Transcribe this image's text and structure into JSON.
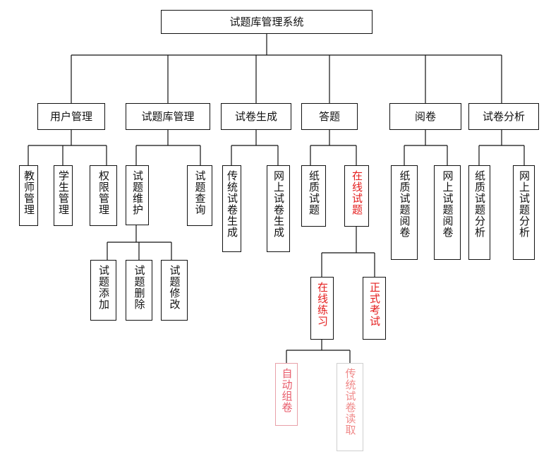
{
  "diagram": {
    "root": "试题库管理系统",
    "modules": {
      "user": "用户管理",
      "bank": "试题库管理",
      "gen": "试卷生成",
      "answer": "答题",
      "grade": "阅卷",
      "analysis": "试卷分析"
    },
    "leaves": {
      "teacher": "教师管理",
      "student": "学生管理",
      "perm": "权限管理",
      "maintain": "试题维护",
      "query": "试题查询",
      "add": "试题添加",
      "del": "试题删除",
      "modify": "试题修改",
      "tradgen": "传统试卷生成",
      "onlinegen": "网上试卷生成",
      "paper": "纸质试题",
      "online": "在线试题",
      "practice": "在线练习",
      "exam": "正式考试",
      "autogroup": "自动组卷",
      "tradread": "传统试卷读取",
      "papergrade": "纸质试题阅卷",
      "onlinegrade": "网上试题阅卷",
      "paperanalysis": "纸质试题分析",
      "onlineanalysis": "网上试题分析"
    }
  },
  "colors": {
    "line": "#111111",
    "highlight": "#e41e1e",
    "pink": "#e85a6a",
    "light": "#f08a8a"
  }
}
